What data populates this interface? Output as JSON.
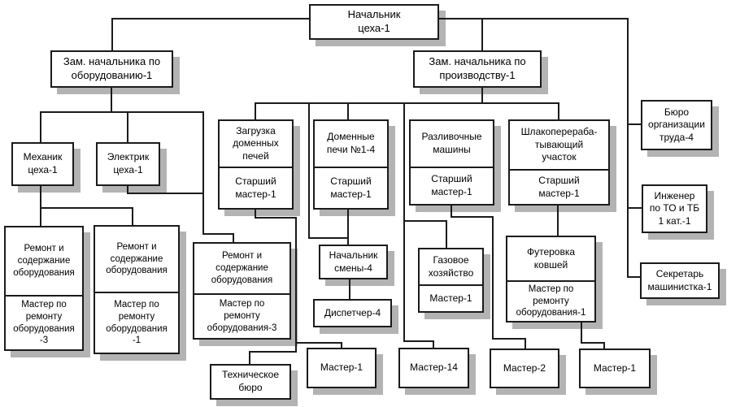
{
  "colors": {
    "box_border": "#1b1b1b",
    "box_fill": "#ffffff",
    "shadow": "#b3b3b3",
    "line": "#1b1b1b"
  },
  "nodes": {
    "chief": {
      "label": "Начальник\nцеха-1"
    },
    "deputy_equipment": {
      "label": "Зам. начальника по\nоборудованию-1"
    },
    "deputy_production": {
      "label": "Зам. начальника по\nпроизводству-1"
    },
    "mechanic": {
      "label": "Механик\nцеха-1"
    },
    "electrician": {
      "label": "Электрик\nцеха-1"
    },
    "furnace_loading": {
      "label": "Загрузка\nдоменных\nпечей",
      "sublabel": "Старший\nмастер-1"
    },
    "blast_furnaces": {
      "label": "Доменные\nпечи №1-4",
      "sublabel": "Старший\nмастер-1"
    },
    "casting_machines": {
      "label": "Разливочные\nмашины",
      "sublabel": "Старший\nмастер-1"
    },
    "slag_processing": {
      "label": "Шлакоперераба-\nтывающий\nучасток",
      "sublabel": "Старший\nмастер-1"
    },
    "labor_bureau": {
      "label": "Бюро\nорганизации\nтруда-4"
    },
    "safety_engineer": {
      "label": "Инженер\nпо ТО и ТБ\n1 кат.-1"
    },
    "secretary": {
      "label": "Секретарь\nмашинистка-1"
    },
    "repair1": {
      "label": "Ремонт и\nсодержание\nоборудования",
      "sublabel": "Мастер по\nремонту\nоборудования\n-3"
    },
    "repair2": {
      "label": "Ремонт и\nсодержание\nоборудования",
      "sublabel": "Мастер по\nремонту\nоборудования\n-1"
    },
    "repair3": {
      "label": "Ремонт и\nсодержание\nоборудования",
      "sublabel": "Мастер по\nремонту\nоборудования-3"
    },
    "shift_chief": {
      "label": "Начальник\nсмены-4"
    },
    "dispatcher": {
      "label": "Диспетчер-4"
    },
    "gas_facility": {
      "label": "Газовое\nхозяйство",
      "sublabel": "Мастер-1"
    },
    "ladle_lining": {
      "label": "Футеровка\nковшей",
      "sublabel": "Мастер по\nремонту\nоборудования-1"
    },
    "tech_bureau": {
      "label": "Техническое\nбюро"
    },
    "master_shift": {
      "label": "Мастер-1"
    },
    "master_gas": {
      "label": "Мастер-14"
    },
    "master_casting": {
      "label": "Мастер-2"
    },
    "master_lining": {
      "label": "Мастер-1"
    }
  }
}
